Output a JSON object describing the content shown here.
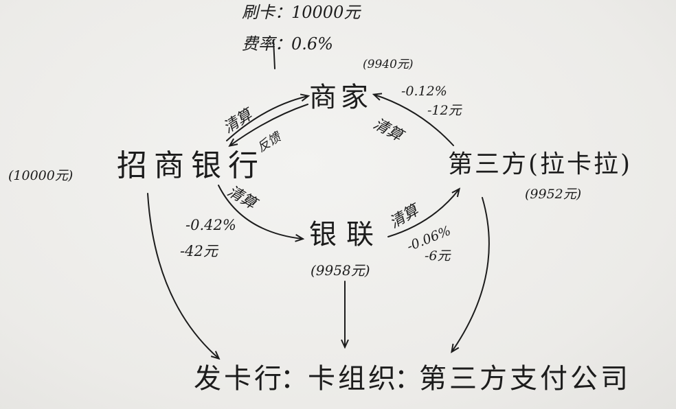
{
  "header": {
    "swipe": "刷卡：10000元",
    "rate": "费率：0.6%"
  },
  "nodes": {
    "merchant": "商家",
    "merchant_amount": "(9940元)",
    "cmb": "招商银行",
    "cmb_amount": "(10000元)",
    "third_party": "第三方(拉卡拉)",
    "third_party_amount": "(9952元)",
    "unionpay": "银联",
    "unionpay_amount": "(9958元)"
  },
  "edges": {
    "clearing_to_merchant": "清算",
    "feedback": "反馈",
    "clearing_third_to_merchant": "清算",
    "clearing_cmb_to_unionpay": "清算",
    "clearing_unionpay_to_third": "清算"
  },
  "fees": {
    "third_pct": "-0.12%",
    "third_amt": "-12元",
    "cmb_pct": "-0.42%",
    "cmb_amt": "-42元",
    "unionpay_pct": "-0.06%",
    "unionpay_amt": "-6元"
  },
  "footer": {
    "issuer": "发卡行",
    "sep1": "：",
    "card_org": "卡组织",
    "sep2": "：",
    "payment_co": "第三方支付公司"
  }
}
